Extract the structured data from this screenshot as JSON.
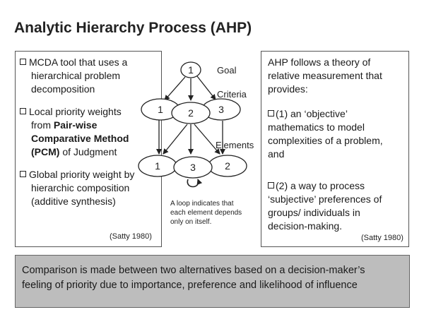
{
  "title": "Analytic Hierarchy Process (AHP)",
  "left_panel": {
    "b1": "MCDA tool that uses a",
    "b1_l2": "hierarchical problem",
    "b1_l3": "decomposition",
    "b2": "Local priority weights",
    "b2_l2": "from",
    "b2_bold1": "Pair-wise",
    "b2_bold2": "Comparative Method",
    "b2_bold3": "(PCM)",
    "b2_rest": "of Judgment",
    "b3": "Global priority weight by",
    "b3_l2": "hierarchic composition",
    "b3_l3": "(additive synthesis)",
    "citation": "(Satty 1980)"
  },
  "diagram": {
    "level_goal": "Goal",
    "level_criteria": "Criteria",
    "level_elements": "Elements",
    "goal_node": "1",
    "criteria_nodes": [
      "1",
      "2",
      "3"
    ],
    "element_nodes": [
      "1",
      "3",
      "2"
    ],
    "loop_caption_1": "A loop indicates that",
    "loop_caption_2": "each element depends",
    "loop_caption_3": "only on itself."
  },
  "right_panel": {
    "l1": "AHP follows a theory of",
    "l2": "relative measurement that",
    "l3": "provides:",
    "p1": "(1) an ‘objective’",
    "p1_l2": "mathematics to model",
    "p1_l3": "complexities of a problem,",
    "p1_l4": "and",
    "p2": "(2) a way to process",
    "p2_l2": "‘subjective’ preferences of",
    "p2_l3": "groups/ individuals in",
    "p2_l4": "decision-making.",
    "citation": "(Satty 1980)"
  },
  "footer": {
    "line1": "Comparison is made between two alternatives based on a decision-maker’s",
    "line2": "feeling of priority due to importance, preference and likelihood of influence"
  }
}
